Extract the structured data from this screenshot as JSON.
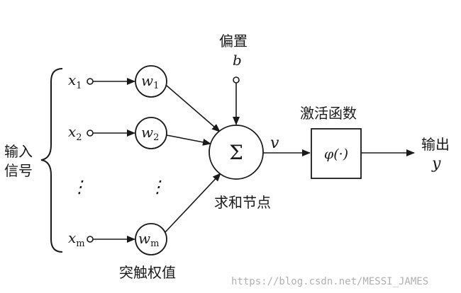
{
  "labels": {
    "bias": "偏置",
    "bias_symbol": "b",
    "activation_title": "激活函数",
    "activation_func": "φ(·)",
    "summing_junction": "求和节点",
    "summation_symbol": "Σ",
    "induced_field": "v",
    "input_signals_line1": "输入",
    "input_signals_line2": "信号",
    "output_line1": "输出",
    "output_symbol": "y",
    "synaptic_weights": "突触权值",
    "ellipsis_input": "⋮",
    "ellipsis_weight": "⋮"
  },
  "inputs": [
    {
      "var": "x",
      "sub": "1"
    },
    {
      "var": "x",
      "sub": "2"
    },
    {
      "var": "x",
      "sub": "m"
    }
  ],
  "weights": [
    {
      "var": "w",
      "sub": "1"
    },
    {
      "var": "w",
      "sub": "2"
    },
    {
      "var": "w",
      "sub": "m"
    }
  ],
  "watermark": "https://blog.csdn.net/MESSI_JAMES",
  "colors": {
    "ink": "#1a1a1a",
    "watermark": "#b0b0b0",
    "background": "#ffffff"
  }
}
